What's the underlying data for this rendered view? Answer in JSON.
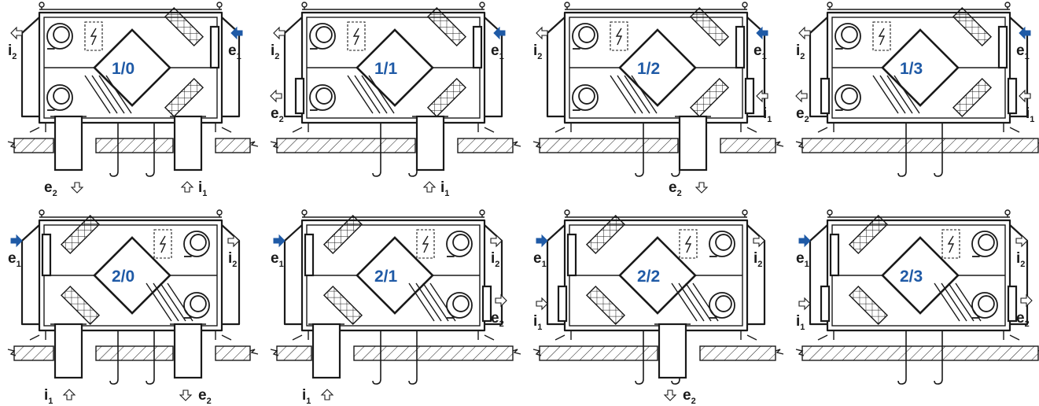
{
  "colors": {
    "label_blue": "#1f5aa6",
    "line": "#1a1a1a",
    "background": "#ffffff"
  },
  "icons": {
    "open_arrow": "hollow-arrow-icon",
    "filled_arrow": "filled-arrow-icon",
    "electrical": "lightning-bolt-icon",
    "fan": "fan-icon"
  },
  "configurations": [
    {
      "label": "1/0",
      "orientation": "left-fans",
      "side_ports": [
        "i",
        "e1"
      ],
      "bottom_ports": [
        {
          "text": "e",
          "sub": "2",
          "arrow": "down"
        },
        {
          "text": "i",
          "sub": "1",
          "arrow": "up"
        }
      ]
    },
    {
      "label": "1/1",
      "orientation": "left-fans",
      "side_ports": [
        "i",
        "e1",
        "e2"
      ],
      "bottom_ports": [
        {
          "text": "i",
          "sub": "1",
          "arrow": "up"
        }
      ]
    },
    {
      "label": "1/2",
      "orientation": "left-fans",
      "side_ports": [
        "i",
        "e1",
        "i1"
      ],
      "bottom_ports": [
        {
          "text": "e",
          "sub": "2",
          "arrow": "down"
        }
      ]
    },
    {
      "label": "1/3",
      "orientation": "left-fans",
      "side_ports": [
        "i",
        "e1",
        "e2",
        "i1"
      ],
      "bottom_ports": []
    },
    {
      "label": "2/0",
      "orientation": "right-fans",
      "side_ports": [
        "e1",
        "i"
      ],
      "bottom_ports": [
        {
          "text": "i",
          "sub": "1",
          "arrow": "up"
        },
        {
          "text": "e",
          "sub": "2",
          "arrow": "down"
        }
      ]
    },
    {
      "label": "2/1",
      "orientation": "right-fans",
      "side_ports": [
        "e1",
        "i",
        "e2"
      ],
      "bottom_ports": [
        {
          "text": "i",
          "sub": "1",
          "arrow": "up"
        }
      ]
    },
    {
      "label": "2/2",
      "orientation": "right-fans",
      "side_ports": [
        "e1",
        "i",
        "i1"
      ],
      "bottom_ports": [
        {
          "text": "e",
          "sub": "2",
          "arrow": "down"
        }
      ]
    },
    {
      "label": "2/3",
      "orientation": "right-fans",
      "side_ports": [
        "e1",
        "i",
        "i1",
        "e2"
      ],
      "bottom_ports": []
    }
  ],
  "port_text": {
    "i": "i",
    "e": "e",
    "sub_1": "1",
    "sub_2": "2"
  }
}
